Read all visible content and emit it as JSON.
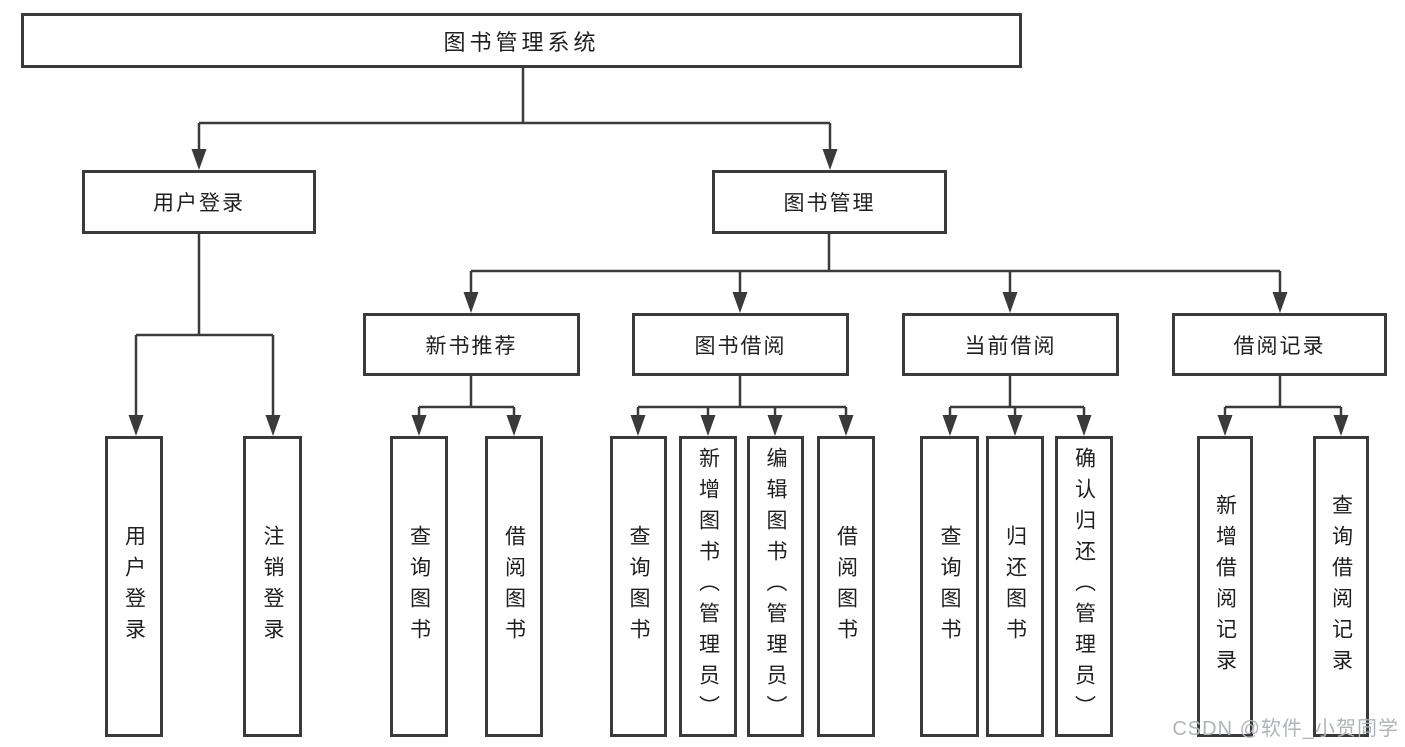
{
  "colors": {
    "line": "#3a3a3a",
    "box_border": "#3a3a3a",
    "text": "#1f1f1f",
    "watermark": "#b0b4b9",
    "background": "#ffffff"
  },
  "tree": {
    "root": {
      "label": "图书管理系统",
      "children": [
        {
          "label": "用户登录",
          "children": [
            {
              "label": "用户登录"
            },
            {
              "label": "注销登录"
            }
          ]
        },
        {
          "label": "图书管理",
          "children": [
            {
              "label": "新书推荐",
              "children": [
                {
                  "label": "查询图书"
                },
                {
                  "label": "借阅图书"
                }
              ]
            },
            {
              "label": "图书借阅",
              "children": [
                {
                  "label": "查询图书"
                },
                {
                  "label": "新增图书（管理员）"
                },
                {
                  "label": "编辑图书（管理员）"
                },
                {
                  "label": "借阅图书"
                }
              ]
            },
            {
              "label": "当前借阅",
              "children": [
                {
                  "label": "查询图书"
                },
                {
                  "label": "归还图书"
                },
                {
                  "label": "确认归还（管理员）"
                }
              ]
            },
            {
              "label": "借阅记录",
              "children": [
                {
                  "label": "新增借阅记录"
                },
                {
                  "label": "查询借阅记录"
                }
              ]
            }
          ]
        }
      ]
    }
  },
  "watermark": {
    "text": "CSDN @软件_小贺同学"
  }
}
